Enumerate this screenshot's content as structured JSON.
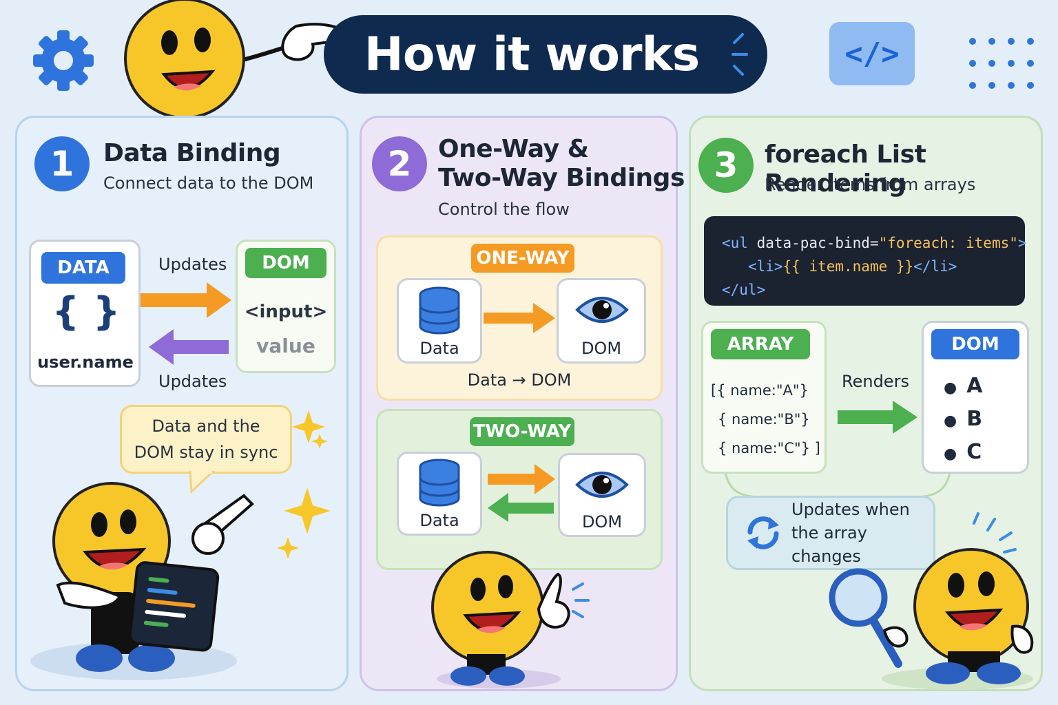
{
  "header": {
    "title": "How it works",
    "code_icon": "</>"
  },
  "colors": {
    "navy": "#0f2a4f",
    "blue": "#2f74dc",
    "purple": "#8e6bd6",
    "green": "#4caf50",
    "orange": "#f59a23",
    "yellow": "#f7c72a"
  },
  "panel1": {
    "number": "1",
    "title": "Data Binding",
    "subtitle": "Connect data to the DOM",
    "data_tag": "DATA",
    "braces": "{ }",
    "data_value": "user.name",
    "dom_tag": "DOM",
    "dom_element": "<input>",
    "dom_value": "value",
    "arrow_top_label": "Updates",
    "arrow_bottom_label": "Updates",
    "bubble_line1": "Data and the",
    "bubble_line2": "DOM stay in sync"
  },
  "panel2": {
    "number": "2",
    "title_line1": "One-Way &",
    "title_line2": "Two-Way Bindings",
    "subtitle": "Control the flow",
    "one_way": {
      "tag": "ONE-WAY",
      "data_label": "Data",
      "dom_label": "DOM",
      "caption": "Data → DOM"
    },
    "two_way": {
      "tag": "TWO-WAY",
      "data_label": "Data",
      "dom_label": "DOM"
    }
  },
  "panel3": {
    "number": "3",
    "title": "foreach List Rendering",
    "subtitle": "Render items from arrays",
    "code": {
      "line1_open": "<ul ",
      "line1_attr": "data-pac-bind=",
      "line1_value": "\"foreach: items\"",
      "line1_close": ">",
      "line2_open": "<li>",
      "line2_expr": "{{ item.name }}",
      "line2_close": "</li>",
      "line3": "</ul>"
    },
    "array_tag": "ARRAY",
    "array_lines": [
      "[{ name:\"A\"}",
      "{ name:\"B\"}",
      "{ name:\"C\"} ]"
    ],
    "renders_label": "Renders",
    "dom_tag": "DOM",
    "dom_items": [
      "A",
      "B",
      "C"
    ],
    "bubble_line1": "Updates when",
    "bubble_line2": "the array changes"
  }
}
